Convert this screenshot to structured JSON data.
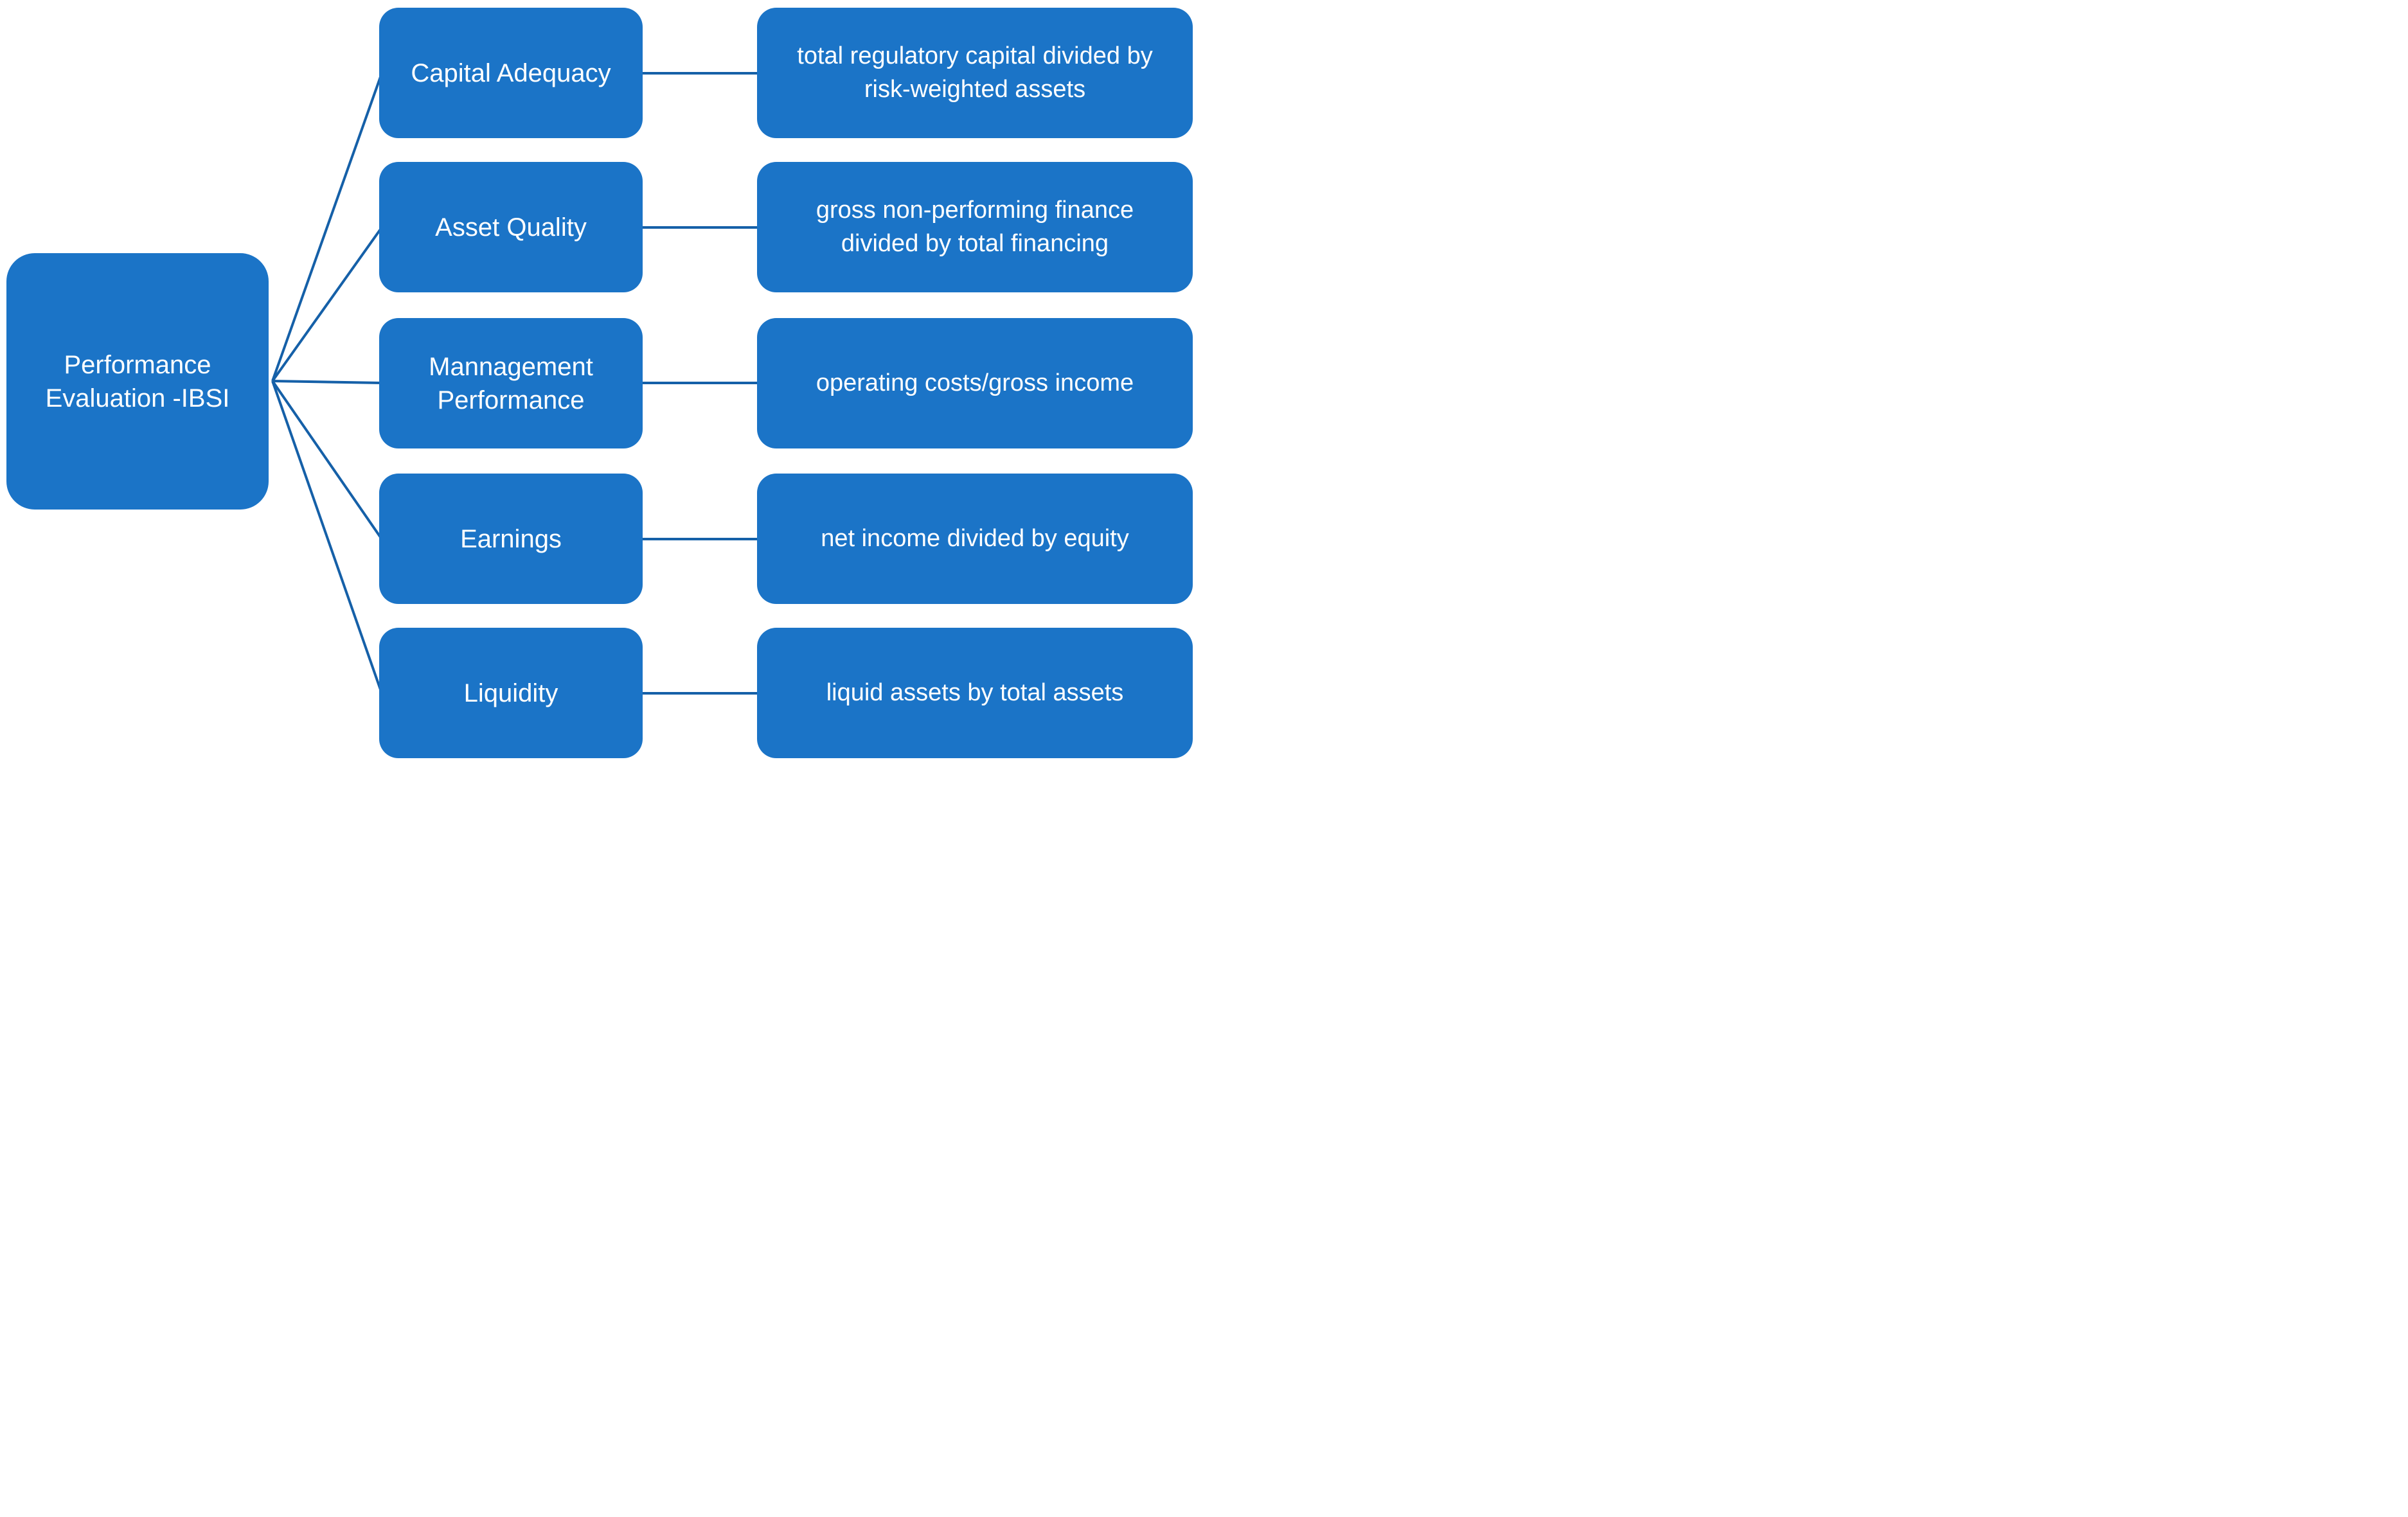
{
  "diagram": {
    "root": {
      "label": "Performance Evaluation -IBSI"
    },
    "rows": [
      {
        "category": "Capital Adequacy",
        "description": "total regulatory capital divided by risk-weighted assets"
      },
      {
        "category": "Asset Quality",
        "description": "gross non-performing finance divided by total financing"
      },
      {
        "category": "Mannagement Performance",
        "description": "operating costs/gross income"
      },
      {
        "category": "Earnings",
        "description": "net income divided by equity"
      },
      {
        "category": "Liquidity",
        "description": "liquid assets by total assets"
      }
    ],
    "colors": {
      "box_fill": "#1B74C7",
      "connector_line": "#1560A8",
      "text": "#FFFFFF",
      "background": "#FFFFFF"
    }
  }
}
